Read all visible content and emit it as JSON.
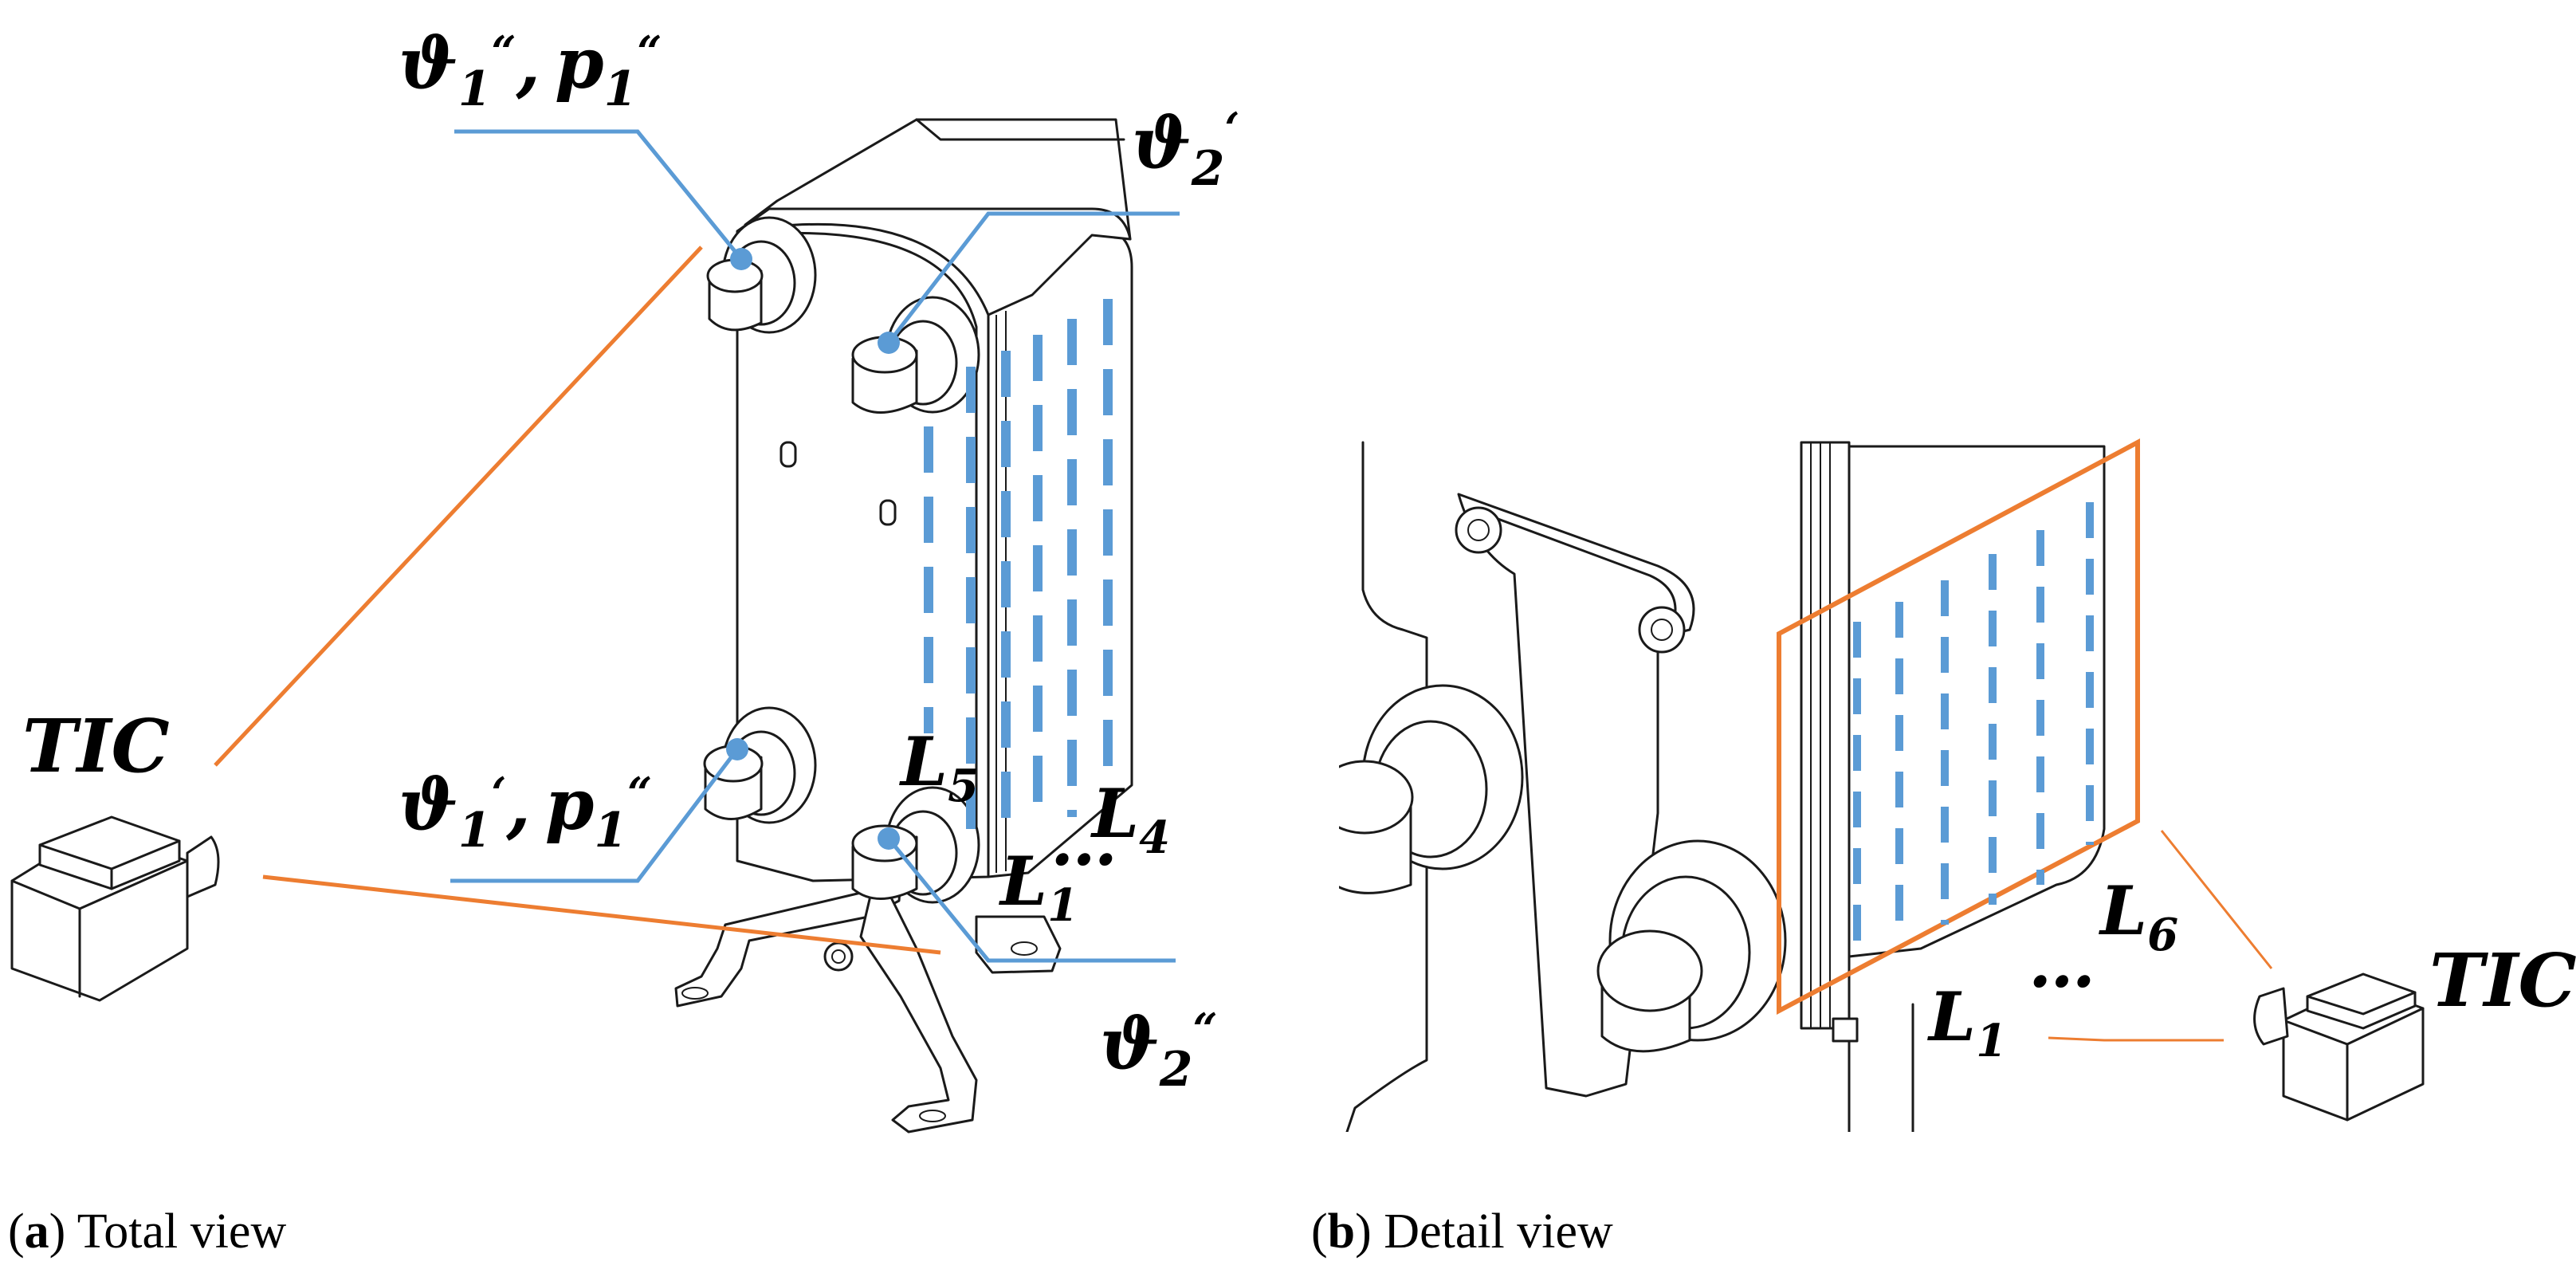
{
  "colors": {
    "blue": "#5b9bd5",
    "orange": "#ed7d31",
    "line": "#1a1a1a"
  },
  "panel_a": {
    "caption_letter": "a",
    "caption_text": " Total view",
    "tic": "TIC",
    "theta1_out": {
      "sym": "ϑ",
      "sub1": "1",
      "mark1": "“",
      "sep": ",",
      "p": "p",
      "sub2": "1",
      "mark2": "“"
    },
    "theta1_in": {
      "sym": "ϑ",
      "sub1": "1",
      "mark1": "‘",
      "sep": ",",
      "p": "p",
      "sub2": "1",
      "mark2": "“"
    },
    "theta2_in": {
      "sym": "ϑ",
      "sub": "2",
      "mark": "‘"
    },
    "theta2_out": {
      "sym": "ϑ",
      "sub": "2",
      "mark": "“"
    },
    "l5": {
      "letter": "L",
      "sub": "5"
    },
    "l4": {
      "letter": "L",
      "sub": "4"
    },
    "l1": {
      "letter": "L",
      "sub": "1"
    },
    "ellipsis": "…"
  },
  "panel_b": {
    "caption_letter": "b",
    "caption_text": " Detail view",
    "tic": "TIC",
    "l6": {
      "letter": "L",
      "sub": "6"
    },
    "l1": {
      "letter": "L",
      "sub": "1"
    },
    "ellipsis": "…"
  }
}
